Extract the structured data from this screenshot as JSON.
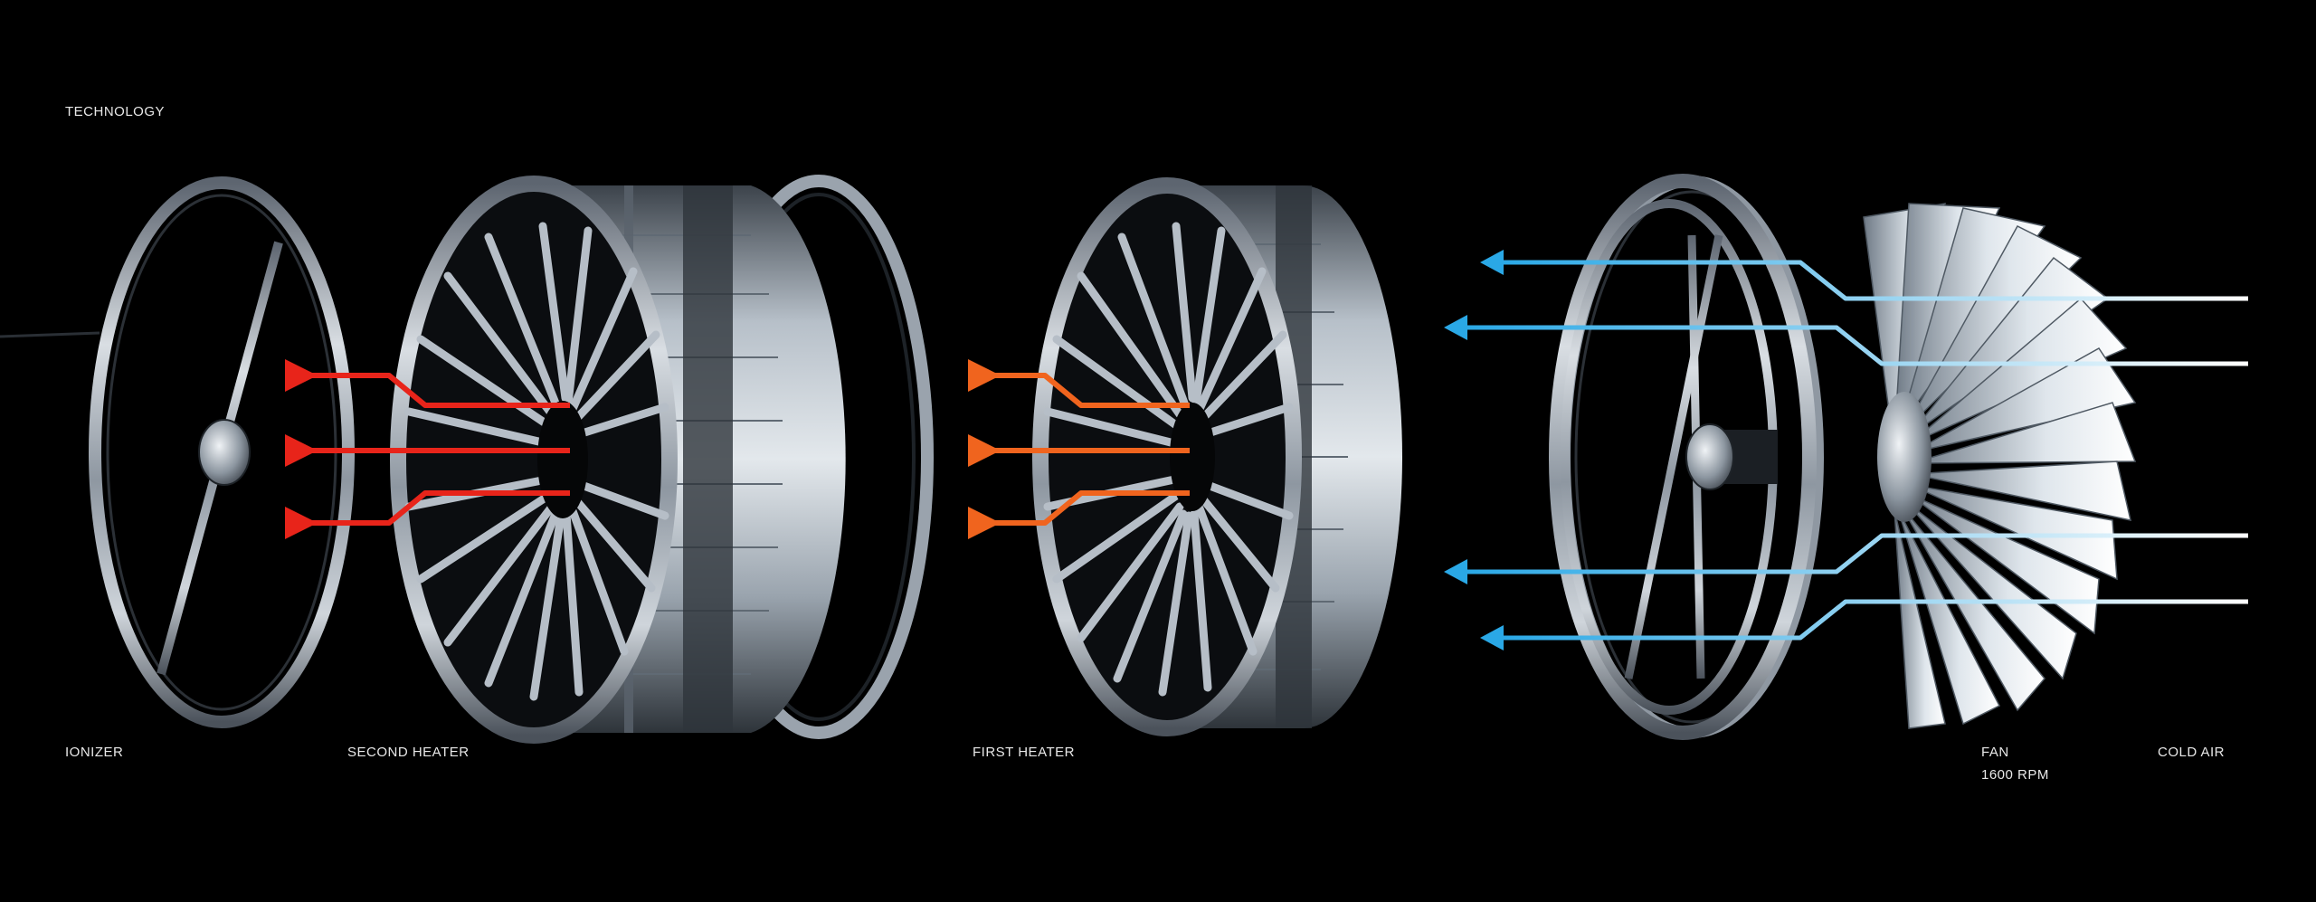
{
  "header": {
    "title": "TECHNOLOGY"
  },
  "components": {
    "ionizer": "IONIZER",
    "second_heater": "SECOND HEATER",
    "first_heater": "FIRST HEATER",
    "fan": "FAN",
    "fan_speed": "1600 RPM",
    "cold_air": "COLD AIR"
  },
  "colors": {
    "background": "#000000",
    "hot_air": "#e8241a",
    "warm_air": "#f0641e",
    "cold_air": "#2aa8e6",
    "metal": "#9aa3ad"
  }
}
